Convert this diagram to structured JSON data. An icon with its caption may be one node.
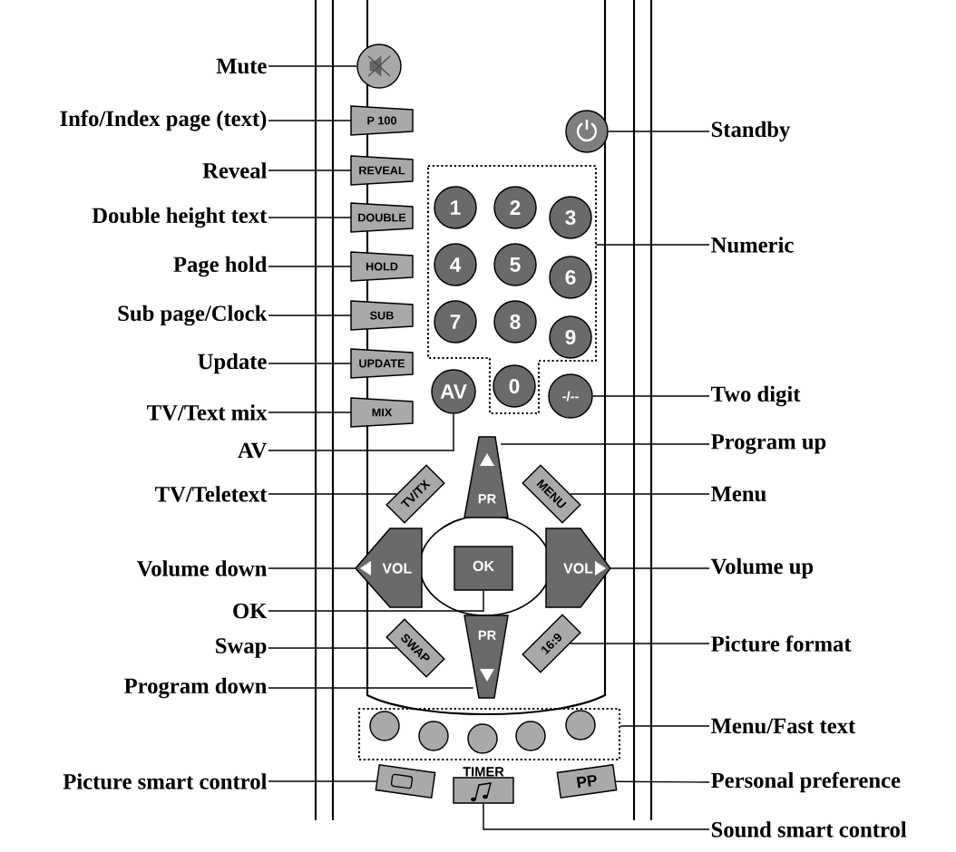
{
  "diagram": {
    "nodes": [
      {
        "text": [
          "Mute"
        ]
      },
      {
        "text": [
          "Info/Index page (text)"
        ]
      },
      {
        "text": [
          "Reveal"
        ]
      },
      {
        "text": [
          "Double height text"
        ]
      },
      {
        "text": [
          "Page hold"
        ]
      },
      {
        "text": [
          "Sub page/Clock"
        ]
      },
      {
        "text": [
          "Update"
        ]
      },
      {
        "text": [
          "TV/Text mix"
        ]
      },
      {
        "text": [
          "AV"
        ]
      },
      {
        "text": [
          "TV/Teletext"
        ]
      },
      {
        "text": [
          "Volume down"
        ]
      },
      {
        "text": [
          "OK"
        ]
      },
      {
        "text": [
          "Swap"
        ]
      },
      {
        "text": [
          "Program down"
        ]
      },
      {
        "text": [
          "Picture smart control"
        ]
      },
      {
        "text": [
          "Standby"
        ]
      },
      {
        "text": [
          "Numeric"
        ]
      },
      {
        "text": [
          "Two digit"
        ]
      },
      {
        "text": [
          "Program up"
        ]
      },
      {
        "text": [
          "Menu"
        ]
      },
      {
        "text": [
          "Volume up"
        ]
      },
      {
        "text": [
          "Picture format"
        ]
      },
      {
        "text": [
          "Menu/Fast text"
        ]
      },
      {
        "text": [
          "Personal preference"
        ]
      },
      {
        "text": [
          "Sound smart control"
        ]
      },
      {
        "text": [],
        "shape": "circle"
      },
      {
        "text": [
          "P 100"
        ]
      },
      {
        "text": [
          "REVEAL"
        ]
      },
      {
        "text": [
          "DOUBLE"
        ]
      },
      {
        "text": [
          "HOLD"
        ]
      },
      {
        "text": [
          "SUB"
        ]
      },
      {
        "text": [
          "UPDATE"
        ]
      },
      {
        "text": [
          "MIX"
        ]
      },
      {
        "text": [],
        "shape": "circle"
      },
      {
        "text": [],
        "shape": "box"
      },
      {
        "text": [
          "1"
        ],
        "in": 34
      },
      {
        "text": [
          "2"
        ],
        "in": 34
      },
      {
        "text": [
          "3"
        ],
        "in": 34
      },
      {
        "text": [
          "4"
        ],
        "in": 34
      },
      {
        "text": [
          "5"
        ],
        "in": 34
      },
      {
        "text": [
          "6"
        ],
        "in": 34
      },
      {
        "text": [
          "7"
        ],
        "in": 34
      },
      {
        "text": [
          "8"
        ],
        "in": 34
      },
      {
        "text": [
          "9"
        ],
        "in": 34
      },
      {
        "text": [
          "0"
        ],
        "in": 34
      },
      {
        "text": [
          "AV"
        ]
      },
      {
        "text": [
          "-/--"
        ]
      },
      {
        "text": [
          "PR"
        ]
      },
      {
        "text": [
          "TV/TX"
        ]
      },
      {
        "text": [
          "MENU"
        ]
      },
      {
        "text": [
          "VOL"
        ]
      },
      {
        "text": [
          "OK"
        ]
      },
      {
        "text": [
          "VOL"
        ]
      },
      {
        "text": [
          "SWAP"
        ]
      },
      {
        "text": [
          "PR"
        ]
      },
      {
        "text": [
          "16:9"
        ]
      },
      {
        "text": [],
        "shape": "box"
      },
      {
        "text": [],
        "shape": "circle",
        "in": 56
      },
      {
        "text": [],
        "shape": "circle",
        "in": 56
      },
      {
        "text": [],
        "shape": "circle",
        "in": 56
      },
      {
        "text": [],
        "shape": "circle",
        "in": 56
      },
      {
        "text": [],
        "shape": "circle",
        "in": 56
      },
      {
        "text": [],
        "shape": "box"
      },
      {
        "text": [],
        "shape": "box",
        "beside": [
          "TIMER"
        ]
      },
      {
        "text": [
          "PP"
        ]
      }
    ],
    "edges": [
      {
        "from": 0,
        "to": 25,
        "arrow": "none"
      },
      {
        "from": 1,
        "to": 26,
        "arrow": "none"
      },
      {
        "from": 2,
        "to": 27,
        "arrow": "none"
      },
      {
        "from": 3,
        "to": 28,
        "arrow": "none"
      },
      {
        "from": 4,
        "to": 29,
        "arrow": "none"
      },
      {
        "from": 5,
        "to": 30,
        "arrow": "none"
      },
      {
        "from": 6,
        "to": 31,
        "arrow": "none"
      },
      {
        "from": 7,
        "to": 32,
        "arrow": "none"
      },
      {
        "from": 8,
        "to": 45,
        "arrow": "none"
      },
      {
        "from": 9,
        "to": 48,
        "arrow": "none"
      },
      {
        "from": 10,
        "to": 50,
        "arrow": "none"
      },
      {
        "from": 11,
        "to": 51,
        "arrow": "none"
      },
      {
        "from": 12,
        "to": 53,
        "arrow": "none"
      },
      {
        "from": 13,
        "to": 54,
        "arrow": "none"
      },
      {
        "from": 14,
        "to": 62,
        "arrow": "none"
      },
      {
        "from": 15,
        "to": 33,
        "arrow": "none"
      },
      {
        "from": 16,
        "to": 34,
        "arrow": "none"
      },
      {
        "from": 17,
        "to": 46,
        "arrow": "none"
      },
      {
        "from": 18,
        "to": 47,
        "arrow": "none"
      },
      {
        "from": 19,
        "to": 49,
        "arrow": "none"
      },
      {
        "from": 20,
        "to": 52,
        "arrow": "none"
      },
      {
        "from": 21,
        "to": 55,
        "arrow": "none"
      },
      {
        "from": 22,
        "to": 56,
        "arrow": "none"
      },
      {
        "from": 23,
        "to": 64,
        "arrow": "none"
      },
      {
        "from": 24,
        "to": 63,
        "arrow": "none"
      }
    ]
  }
}
